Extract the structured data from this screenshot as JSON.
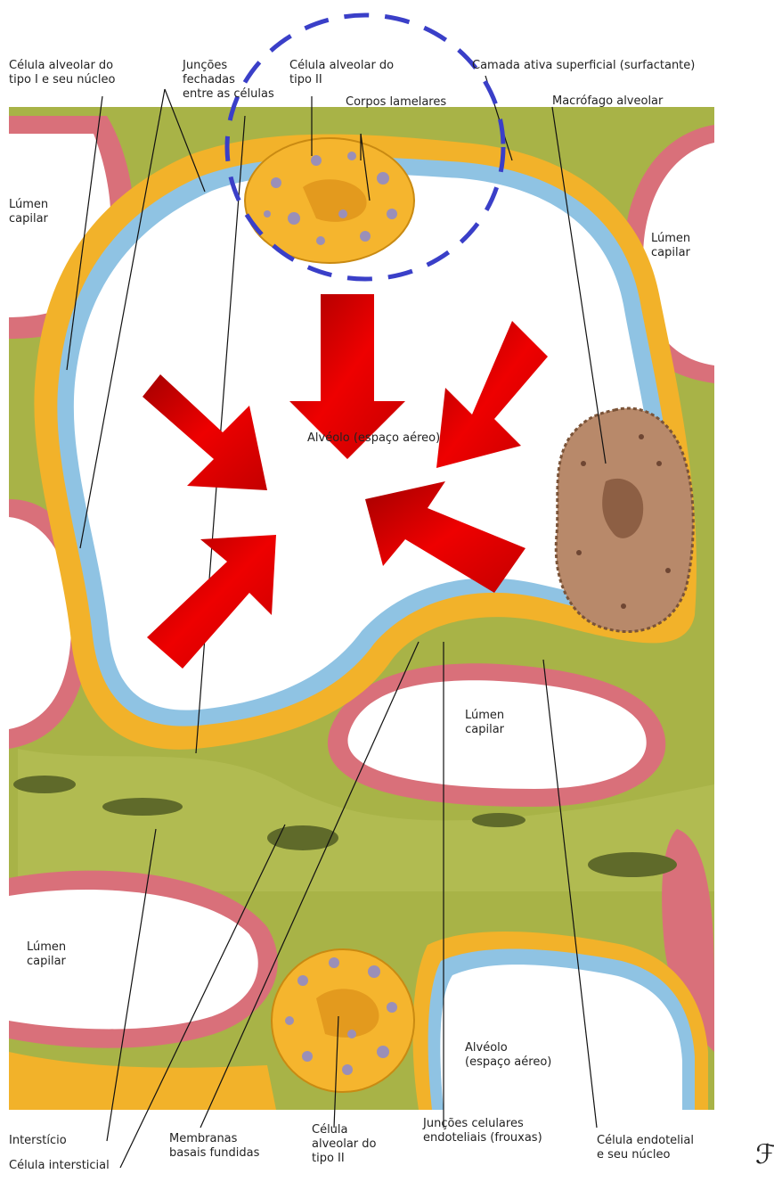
{
  "labels": {
    "type1_cell": [
      "Célula alveolar do",
      "tipo I e seu núcleo"
    ],
    "tight_junctions": [
      "Junções",
      "fechadas",
      "entre as células"
    ],
    "type2_top": [
      "Célula alveolar do",
      "tipo II"
    ],
    "lamellar": "Corpos lamelares",
    "surfactant": "Camada ativa superficial (surfactante)",
    "macrophage": "Macrófago alveolar",
    "lumen_left": [
      "Lúmen",
      "capilar"
    ],
    "lumen_right": [
      "Lúmen",
      "capilar"
    ],
    "alveolus_center": "Alvéolo (espaço aéreo)",
    "lumen_mid": [
      "Lúmen",
      "capilar"
    ],
    "lumen_low_left": [
      "Lúmen",
      "capilar"
    ],
    "alveolus_low": [
      "Alvéolo",
      "(espaço aéreo)"
    ],
    "interstitium": "Interstício",
    "interstitial_cell": "Célula intersticial",
    "basal_membranes": [
      "Membranas",
      "basais fundidas"
    ],
    "type2_bottom": [
      "Célula",
      "alveolar do",
      "tipo II"
    ],
    "endothelial_junctions": [
      "Junções celulares",
      "endoteliais (frouxas)"
    ],
    "endothelial_cell": [
      "Célula endotelial",
      "e seu núcleo"
    ]
  },
  "colors": {
    "interstitium": "#a8b347",
    "capillary_wall": "#d9707a",
    "type1_layer": "#f2b22a",
    "surfactant": "#8fc3e3",
    "type2_cell": "#f5b52e",
    "macrophage": "#b8896a",
    "arrow": "#e00000",
    "highlight_circle": "#3a3fc8"
  },
  "icons": [
    "artist-signature-icon"
  ]
}
